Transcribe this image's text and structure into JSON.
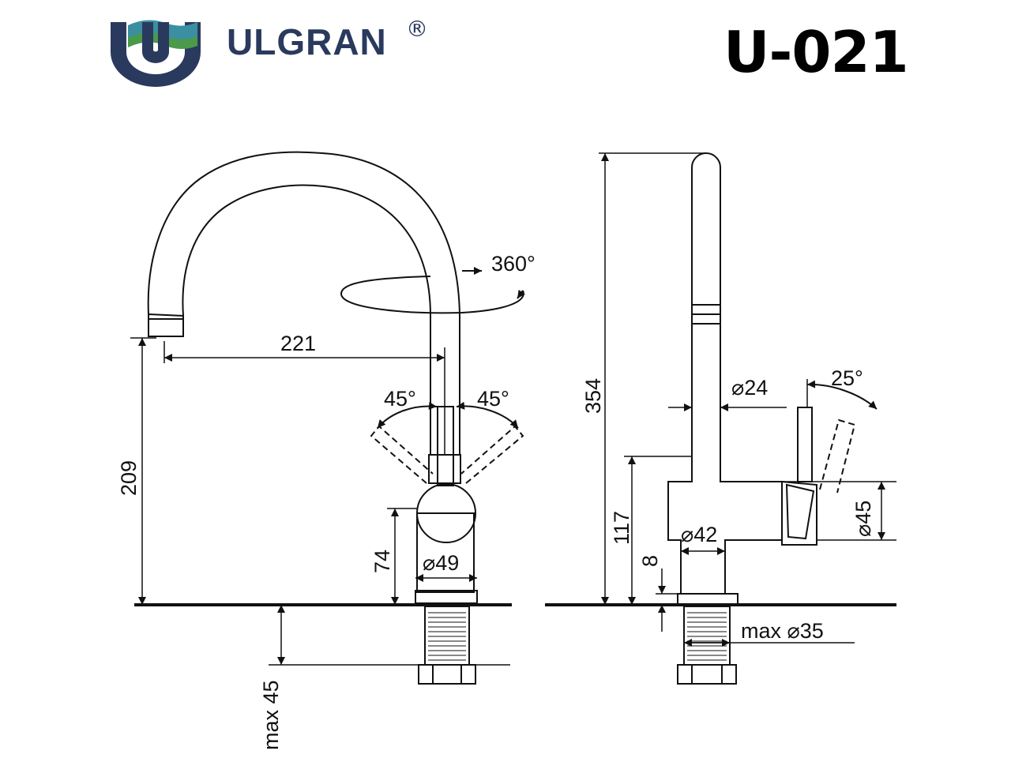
{
  "header": {
    "brand_name": "ULGRAN",
    "registered_mark": "®",
    "model": "U-021",
    "logo_icon": "ulgran-u-logo"
  },
  "colors": {
    "brand": "#2a3a5e",
    "logo_green": "#4a9a4a",
    "logo_teal": "#3a8fa0",
    "line": "#111111"
  },
  "front_view": {
    "spout_reach": "221",
    "spout_height": "209",
    "body_height": "74",
    "body_diameter": "⌀49",
    "handle_left_angle": "45°",
    "handle_right_angle": "45°",
    "rotation": "360°",
    "max_countertop": "max 45"
  },
  "side_view": {
    "total_height": "354",
    "spout_diameter": "⌀24",
    "handle_angle": "25°",
    "body_height": "117",
    "handle_diameter": "⌀45",
    "body_diameter": "⌀42",
    "base_height": "8",
    "mounting_hole": "max ⌀35"
  }
}
